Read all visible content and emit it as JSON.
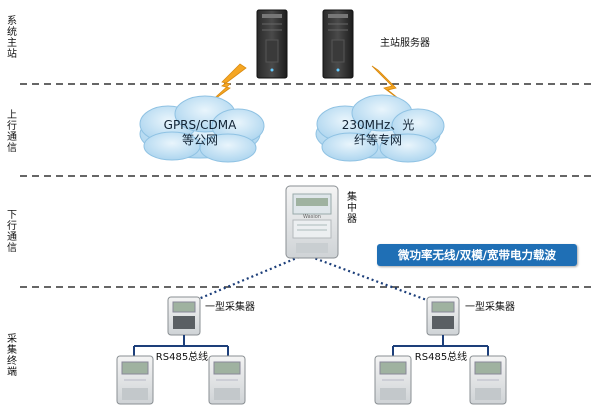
{
  "layers": [
    {
      "label": "系统主站"
    },
    {
      "label": "上行通信"
    },
    {
      "label": "下行通信"
    },
    {
      "label": "采集终端"
    }
  ],
  "servers": {
    "label": "主站服务器"
  },
  "clouds": [
    {
      "line1": "GPRS/CDMA",
      "line2": "等公网"
    },
    {
      "line1": "230MHz、光",
      "line2": "纤等专网"
    }
  ],
  "concentrator": {
    "label": "集中器",
    "screen_text": "Wasion"
  },
  "channel_badge": {
    "label": "微功率无线/双模/宽带电力载波"
  },
  "collectors": [
    {
      "label": "一型采集器"
    },
    {
      "label": "一型采集器"
    }
  ],
  "buses": [
    {
      "label": "RS485总线"
    },
    {
      "label": "RS485总线"
    }
  ],
  "colors": {
    "badge": "#1f6fb5",
    "cloud": "#b9dcf2",
    "lightning": "#f5a623",
    "dash": "#333333"
  }
}
